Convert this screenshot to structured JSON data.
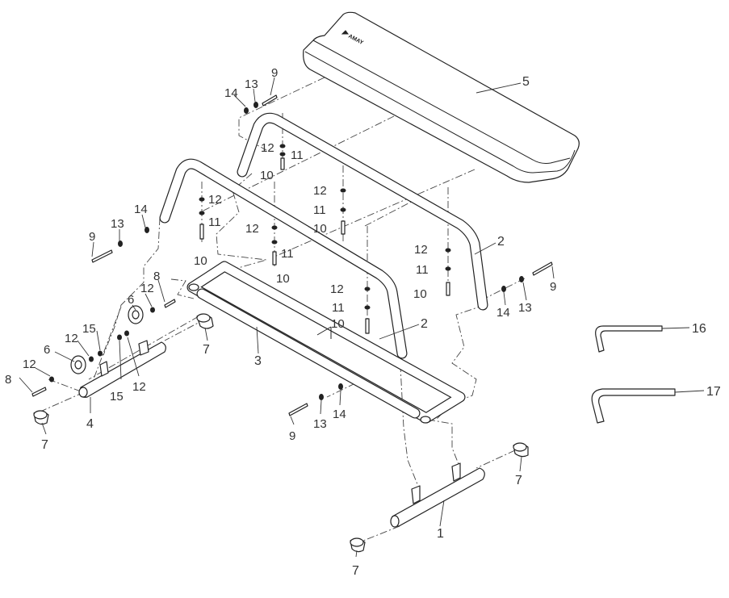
{
  "brand_text": "AMAY",
  "callouts": [
    {
      "id": "c5",
      "text": "5"
    },
    {
      "id": "c2a",
      "text": "2"
    },
    {
      "id": "c2b",
      "text": "2"
    },
    {
      "id": "c3",
      "text": "3"
    },
    {
      "id": "c1",
      "text": "1"
    },
    {
      "id": "c4",
      "text": "4"
    },
    {
      "id": "c16",
      "text": "16"
    },
    {
      "id": "c17",
      "text": "17"
    },
    {
      "id": "c9a",
      "text": "9"
    },
    {
      "id": "c13a",
      "text": "13"
    },
    {
      "id": "c14a",
      "text": "14"
    },
    {
      "id": "c12a",
      "text": "12"
    },
    {
      "id": "c11a",
      "text": "11"
    },
    {
      "id": "c10a",
      "text": "10"
    },
    {
      "id": "c12b",
      "text": "12"
    },
    {
      "id": "c11b",
      "text": "11"
    },
    {
      "id": "c10b",
      "text": "10"
    },
    {
      "id": "c9b",
      "text": "9"
    },
    {
      "id": "c13b",
      "text": "13"
    },
    {
      "id": "c14b",
      "text": "14"
    },
    {
      "id": "c12c",
      "text": "12"
    },
    {
      "id": "c11c",
      "text": "11"
    },
    {
      "id": "c10c",
      "text": "10"
    },
    {
      "id": "c12d",
      "text": "12"
    },
    {
      "id": "c11d",
      "text": "11"
    },
    {
      "id": "c10d",
      "text": "10"
    },
    {
      "id": "c12e",
      "text": "12"
    },
    {
      "id": "c11e",
      "text": "11"
    },
    {
      "id": "c10e",
      "text": "10"
    },
    {
      "id": "c12f",
      "text": "12"
    },
    {
      "id": "c11f",
      "text": "11"
    },
    {
      "id": "c10f",
      "text": "10"
    },
    {
      "id": "c9c",
      "text": "9"
    },
    {
      "id": "c14c",
      "text": "14"
    },
    {
      "id": "c13c",
      "text": "13"
    },
    {
      "id": "c9d",
      "text": "9"
    },
    {
      "id": "c13d",
      "text": "13"
    },
    {
      "id": "c14d",
      "text": "14"
    },
    {
      "id": "c8a",
      "text": "8"
    },
    {
      "id": "c12g",
      "text": "12"
    },
    {
      "id": "c6a",
      "text": "6"
    },
    {
      "id": "c15a",
      "text": "15"
    },
    {
      "id": "c12h",
      "text": "12"
    },
    {
      "id": "c6b",
      "text": "6"
    },
    {
      "id": "c12i",
      "text": "12"
    },
    {
      "id": "c8b",
      "text": "8"
    },
    {
      "id": "c15b",
      "text": "15"
    },
    {
      "id": "c12j",
      "text": "12"
    },
    {
      "id": "c7a",
      "text": "7"
    },
    {
      "id": "c7b",
      "text": "7"
    },
    {
      "id": "c7c",
      "text": "7"
    },
    {
      "id": "c7d",
      "text": "7"
    }
  ]
}
